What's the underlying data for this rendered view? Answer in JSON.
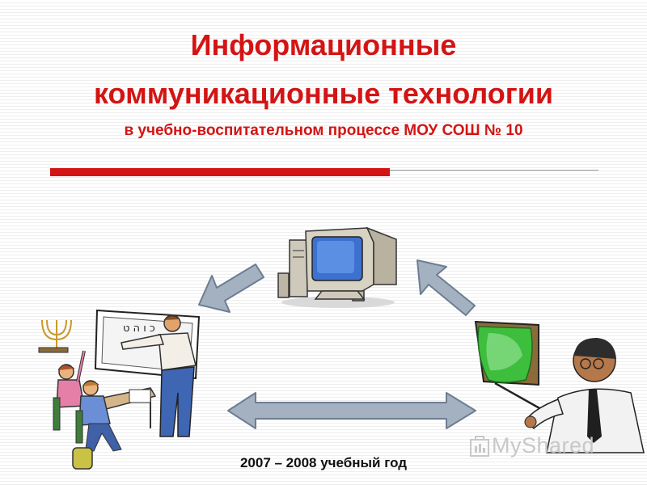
{
  "slide": {
    "title_line1": "Информационные",
    "title_line2": "коммуникационные технологии",
    "subtitle": "в учебно-воспитательном процессе МОУ СОШ № 10",
    "footer": "2007 – 2008 учебный год",
    "blackboard_text": "כ ו ה ט",
    "watermark": "MyShared"
  },
  "colors": {
    "accent": "#d41414",
    "arrow_fill": "#a4b1c1",
    "arrow_stroke": "#6d7d92"
  },
  "icons": [
    "computer-icon",
    "classroom-teacher-icon",
    "lecturer-icon",
    "arrow-left-down-icon",
    "arrow-right-up-icon",
    "double-arrow-icon"
  ]
}
